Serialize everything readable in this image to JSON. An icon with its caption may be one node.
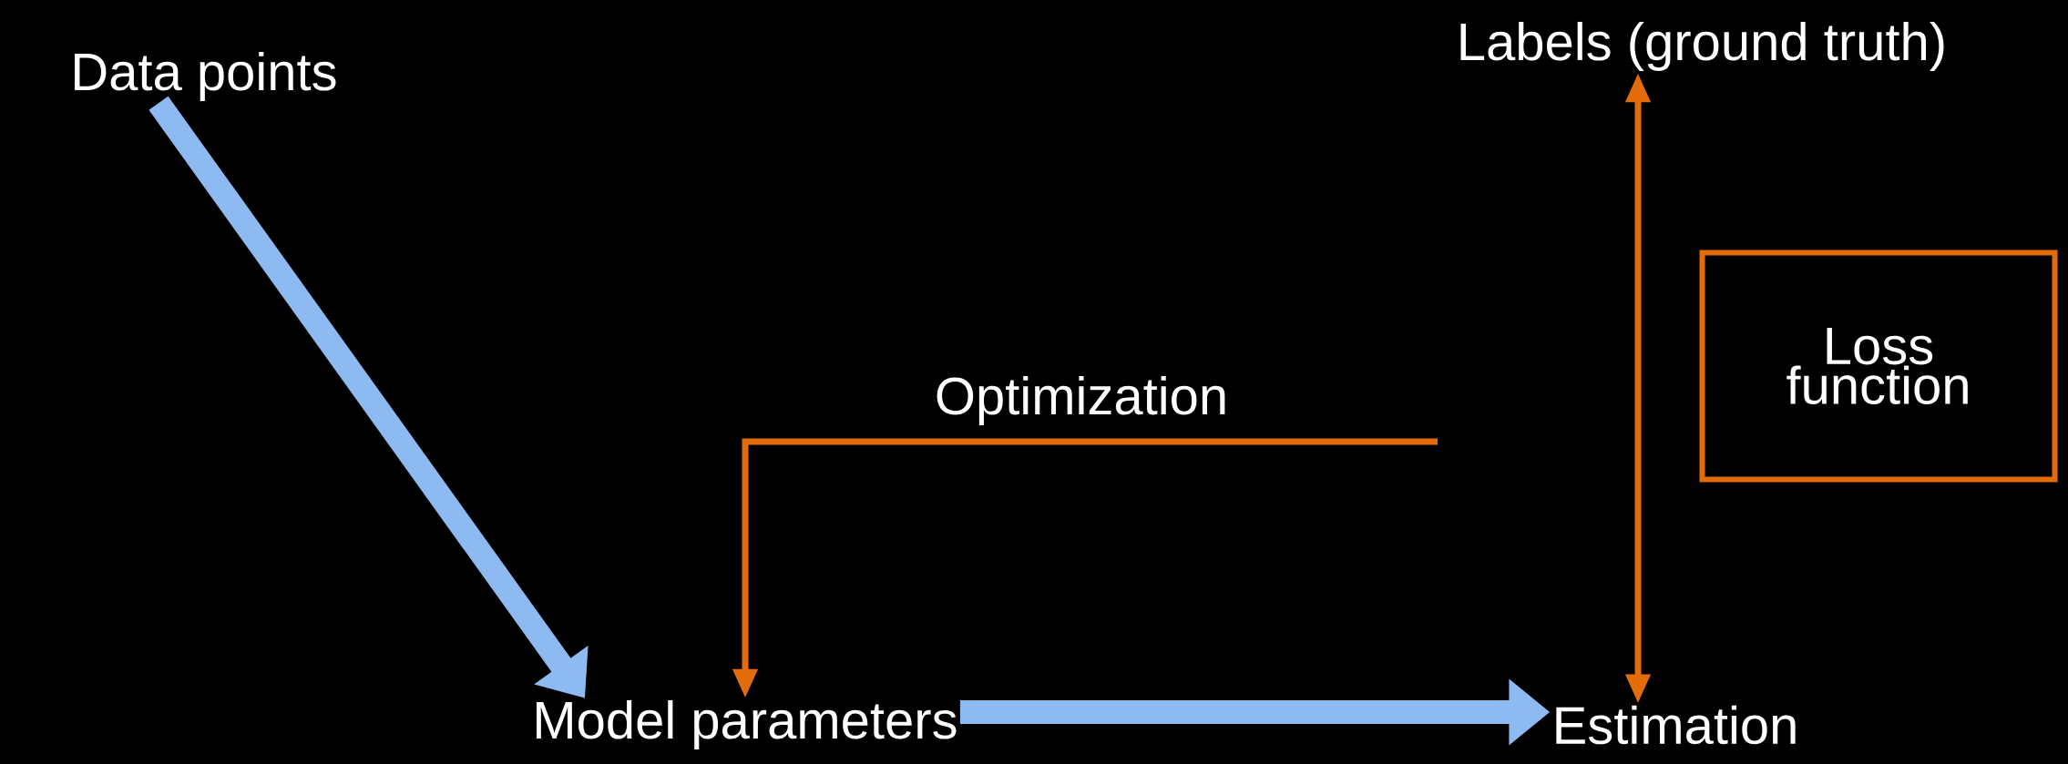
{
  "diagram": {
    "nodes": [
      {
        "text": [
          "Data points"
        ]
      },
      {
        "text": [
          "Labels (ground truth)"
        ]
      },
      {
        "text": [
          "Loss function"
        ]
      },
      {
        "text": [
          "Model parameters"
        ]
      },
      {
        "text": [
          "Estimation"
        ]
      }
    ],
    "edges": [
      {
        "from": 0,
        "to": 3,
        "arrow": "to",
        "style": "thick",
        "color": "#8dbaf0"
      },
      {
        "from": 3,
        "to": 4,
        "arrow": "to",
        "style": "thick",
        "color": "#8dbaf0"
      },
      {
        "from": 4,
        "to": 1,
        "arrow": "both",
        "color": "#e36c0a"
      },
      {
        "from": null,
        "to": 3,
        "arrow": "to",
        "label": "Optimization",
        "color": "#e36c0a"
      }
    ]
  }
}
